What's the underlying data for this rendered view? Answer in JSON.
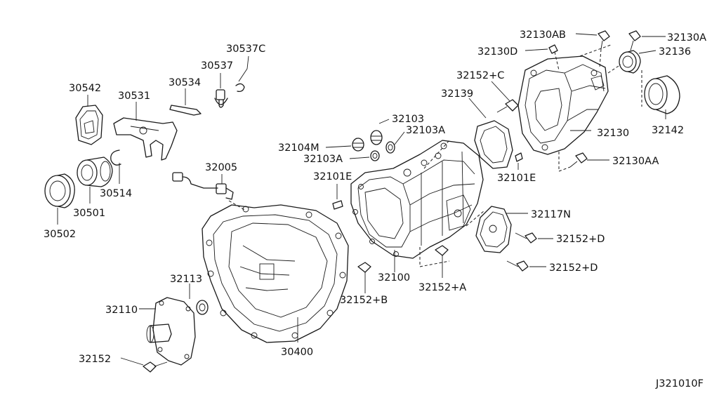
{
  "diagram_code": "J321010F",
  "labels": [
    {
      "id": "p30542",
      "text": "30542"
    },
    {
      "id": "p30531",
      "text": "30531"
    },
    {
      "id": "p30534",
      "text": "30534"
    },
    {
      "id": "p30537",
      "text": "30537"
    },
    {
      "id": "p30537c",
      "text": "30537C"
    },
    {
      "id": "p30514",
      "text": "30514"
    },
    {
      "id": "p30501",
      "text": "30501"
    },
    {
      "id": "p30502",
      "text": "30502"
    },
    {
      "id": "p32005",
      "text": "32005"
    },
    {
      "id": "p32113",
      "text": "32113"
    },
    {
      "id": "p32110",
      "text": "32110"
    },
    {
      "id": "p32152",
      "text": "32152"
    },
    {
      "id": "p30400",
      "text": "30400"
    },
    {
      "id": "p32103",
      "text": "32103"
    },
    {
      "id": "p32103a1",
      "text": "32103A"
    },
    {
      "id": "p32104m",
      "text": "32104M"
    },
    {
      "id": "p32103a2",
      "text": "32103A"
    },
    {
      "id": "p32101e1",
      "text": "32101E"
    },
    {
      "id": "p32100",
      "text": "32100"
    },
    {
      "id": "p32152b",
      "text": "32152+B"
    },
    {
      "id": "p32152a",
      "text": "32152+A"
    },
    {
      "id": "p32139",
      "text": "32139"
    },
    {
      "id": "p32152c",
      "text": "32152+C"
    },
    {
      "id": "p32130d",
      "text": "32130D"
    },
    {
      "id": "p32130ab",
      "text": "32130AB"
    },
    {
      "id": "p32130a",
      "text": "32130A"
    },
    {
      "id": "p32136",
      "text": "32136"
    },
    {
      "id": "p32142",
      "text": "32142"
    },
    {
      "id": "p32130",
      "text": "32130"
    },
    {
      "id": "p32130aa",
      "text": "32130AA"
    },
    {
      "id": "p32101e2",
      "text": "32101E"
    },
    {
      "id": "p32117n",
      "text": "32117N"
    },
    {
      "id": "p32152d1",
      "text": "32152+D"
    },
    {
      "id": "p32152d2",
      "text": "32152+D"
    }
  ]
}
